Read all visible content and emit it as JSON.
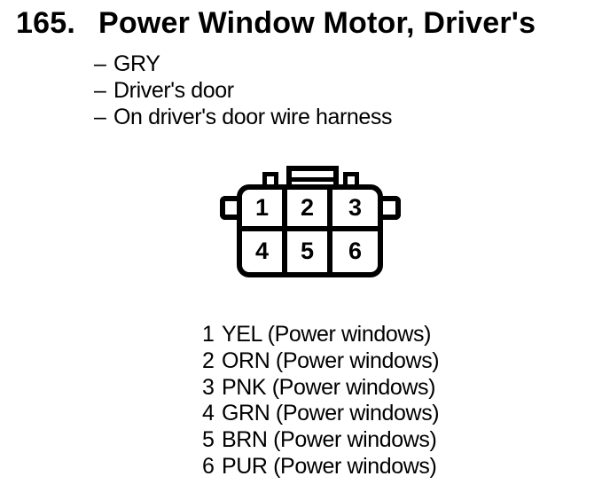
{
  "page": {
    "item_number": "165.",
    "title": "Power Window Motor, Driver's",
    "bullet": "–",
    "notes": [
      "GRY",
      "Driver's door",
      "On driver's door wire harness"
    ],
    "connector": {
      "cells": [
        "1",
        "2",
        "3",
        "4",
        "5",
        "6"
      ]
    },
    "pin_list": [
      {
        "pin": "1",
        "label": "YEL (Power windows)"
      },
      {
        "pin": "2",
        "label": "ORN (Power windows)"
      },
      {
        "pin": "3",
        "label": "PNK (Power windows)"
      },
      {
        "pin": "4",
        "label": "GRN (Power windows)"
      },
      {
        "pin": "5",
        "label": "BRN (Power windows)"
      },
      {
        "pin": "6",
        "label": "PUR (Power windows)"
      }
    ],
    "colors": {
      "ink": "#000000",
      "paper": "#ffffff"
    }
  }
}
